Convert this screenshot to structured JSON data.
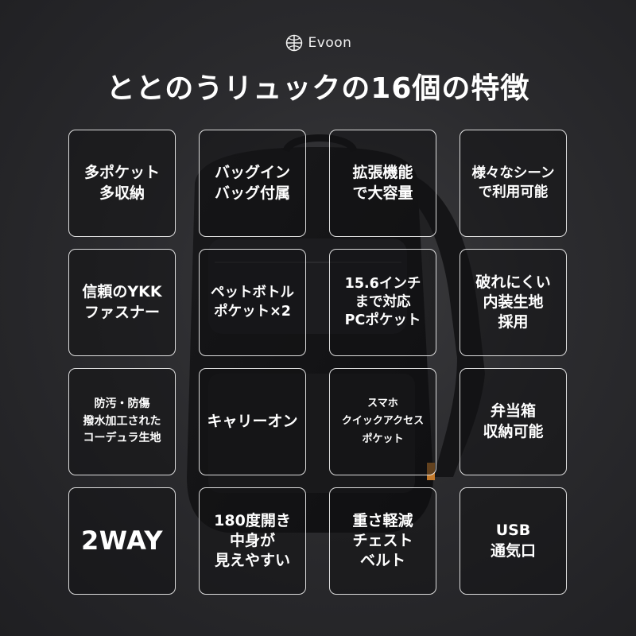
{
  "brand": {
    "name": "Evoon",
    "logo_icon": "globe-plus-icon"
  },
  "title": "ととのうリュックの16個の特徴",
  "features": [
    "多ポケット\n多収納",
    "バッグイン\nバッグ付属",
    "拡張機能\nで大容量",
    "様々なシーン\nで利用可能",
    "信頼のYKK\nファスナー",
    "ペットボトル\nポケット×2",
    "15.6インチ\nまで対応\nPCポケット",
    "破れにくい\n内装生地\n採用",
    "防汚・防傷\n撥水加工された\nコーデュラ生地",
    "キャリーオン",
    "スマホ\nクイックアクセス\nポケット",
    "弁当箱\n収納可能",
    "2WAY",
    "180度開き\n中身が\n見えやすい",
    "重さ軽減\nチェスト\nベルト",
    "USB\n通気口"
  ],
  "colors": {
    "background": "#2b2b2e",
    "card_border": "#ffffff",
    "text": "#ffffff"
  }
}
